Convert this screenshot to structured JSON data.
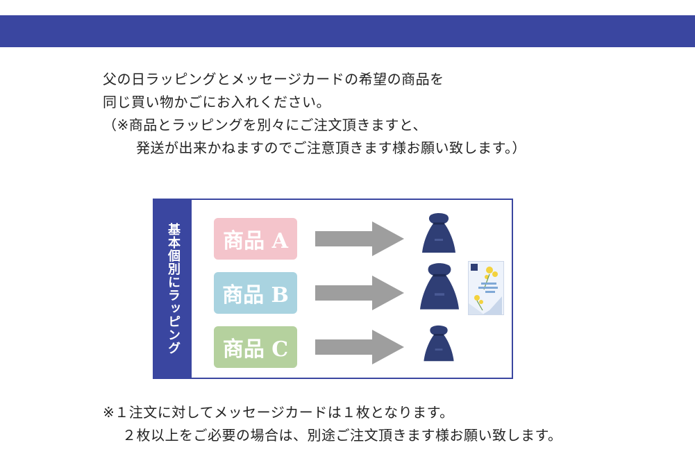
{
  "intro": {
    "line1": "父の日ラッピングとメッセージカードの希望の商品を",
    "line2": "同じ買い物かごにお入れください。",
    "line3": "（※商品とラッピングを別々にご注文頂きますと、",
    "line4": "発送が出来かねますのでご注意頂きます様お願い致します。）"
  },
  "diagram": {
    "side_label": "基本個別にラッピング",
    "products": [
      {
        "label": "商品 A",
        "color": "#f4c4cb"
      },
      {
        "label": "商品 B",
        "color": "#a9d3e0"
      },
      {
        "label": "商品 C",
        "color": "#b5d19e"
      }
    ],
    "arrow_color": "#9e9e9e",
    "bag_color": "#2f3e75",
    "accent_color": "#3a46a0"
  },
  "note": {
    "line1": "※１注文に対してメッセージカードは１枚となります。",
    "line2": "２枚以上をご必要の場合は、別途ご注文頂きます様お願い致します。"
  }
}
